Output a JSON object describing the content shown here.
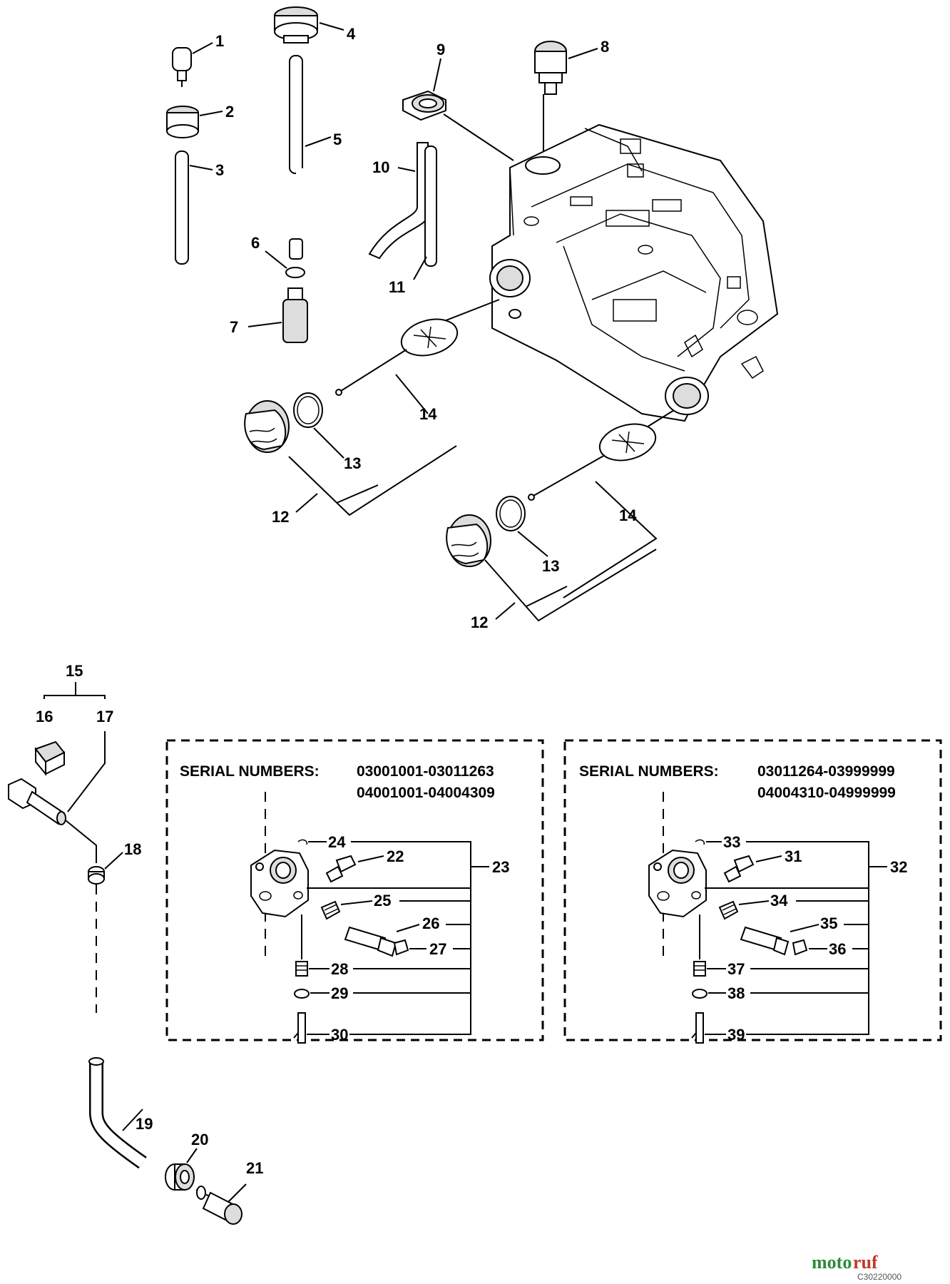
{
  "callouts": {
    "c1": "1",
    "c2": "2",
    "c3": "3",
    "c4": "4",
    "c5": "5",
    "c6": "6",
    "c7": "7",
    "c8": "8",
    "c9": "9",
    "c10": "10",
    "c11": "11",
    "c12a": "12",
    "c13a": "13",
    "c14a": "14",
    "c12b": "12",
    "c13b": "13",
    "c14b": "14",
    "c15": "15",
    "c16": "16",
    "c17": "17",
    "c18": "18",
    "c19": "19",
    "c20": "20",
    "c21": "21",
    "c22": "22",
    "c23": "23",
    "c24": "24",
    "c25": "25",
    "c26": "26",
    "c27": "27",
    "c28": "28",
    "c29": "29",
    "c30": "30",
    "c31": "31",
    "c32": "32",
    "c33": "33",
    "c34": "34",
    "c35": "35",
    "c36": "36",
    "c37": "37",
    "c38": "38",
    "c39": "39"
  },
  "serial_left": {
    "label": "SERIAL NUMBERS:",
    "range1": "03001001-03011263",
    "range2": "04001001-04004309"
  },
  "serial_right": {
    "label": "SERIAL NUMBERS:",
    "range1": "03011264-03999999",
    "range2": "04004310-04999999"
  },
  "watermark": {
    "brand_a": "moto",
    "brand_b": "ruf",
    "code": "C30220000"
  },
  "colors": {
    "watermark_green": "#2d8a3c",
    "watermark_red": "#c0392b"
  }
}
